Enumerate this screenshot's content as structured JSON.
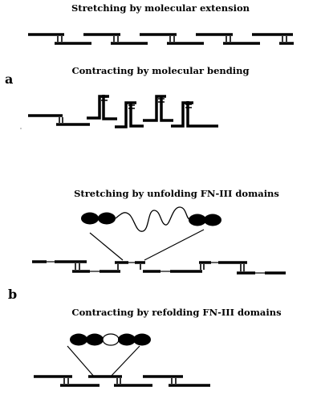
{
  "panel_a": {
    "label": "a",
    "top_title": "Stretching by molecular extension",
    "bottom_title": "Contracting by molecular bending"
  },
  "panel_b": {
    "label": "b",
    "top_title": "Stretching by unfolding FN-III domains",
    "bottom_title": "Contracting by refolding FN-III domains"
  }
}
